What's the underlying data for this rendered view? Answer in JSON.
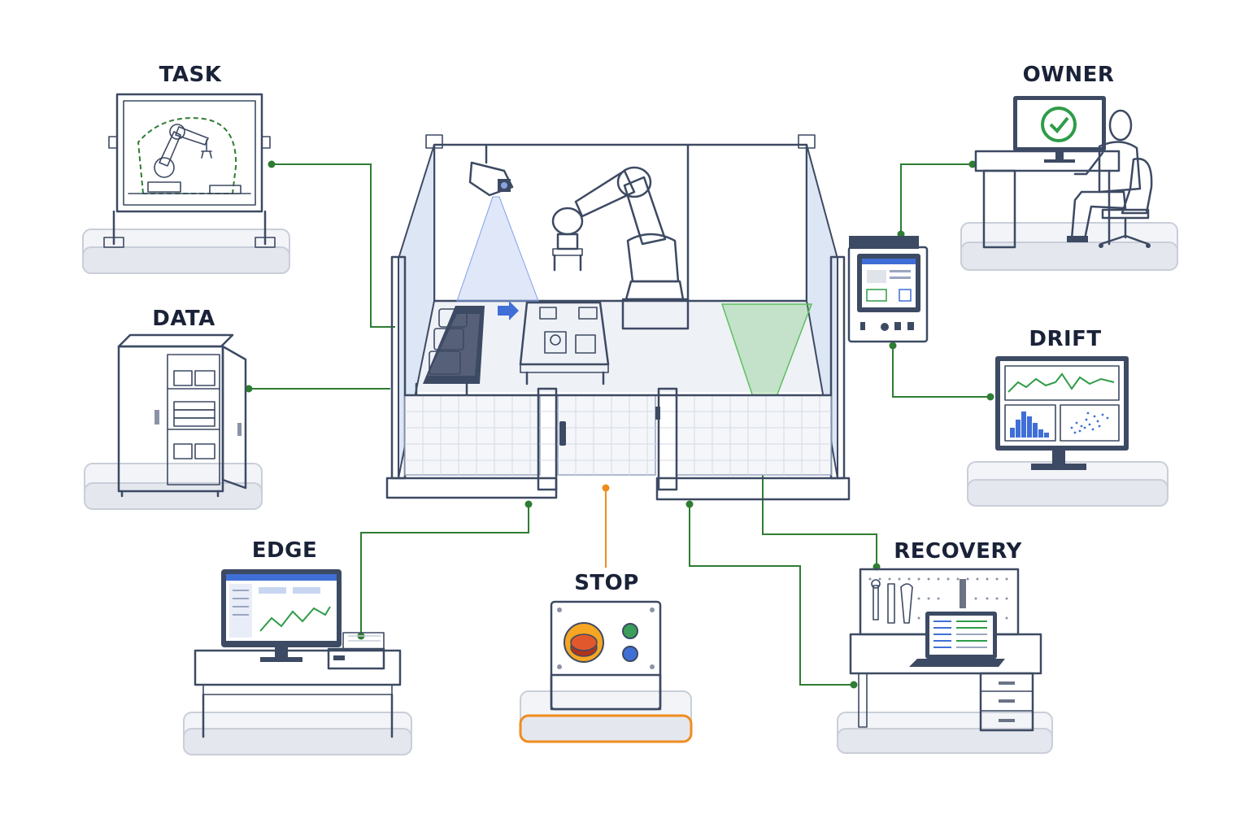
{
  "labels": {
    "task": "TASK",
    "data": "DATA",
    "edge": "EDGE",
    "stop": "STOP",
    "owner": "OWNER",
    "drift": "DRIFT",
    "recovery": "RECOVERY"
  },
  "colors": {
    "link": "#2e7d32",
    "stop_link": "#f08c1e",
    "outline": "#3d4a63",
    "accent_blue": "#3f6fd6",
    "laser_green": "#5fbf5f",
    "check_green": "#2e9c47"
  },
  "icons": {
    "task": "whiteboard-robot-plan-icon",
    "data": "storage-cabinet-icon",
    "edge": "edge-computer-icon",
    "stop": "emergency-stop-panel-icon",
    "owner": "operator-checkmark-icon",
    "drift": "monitoring-charts-icon",
    "recovery": "repair-workbench-icon"
  }
}
